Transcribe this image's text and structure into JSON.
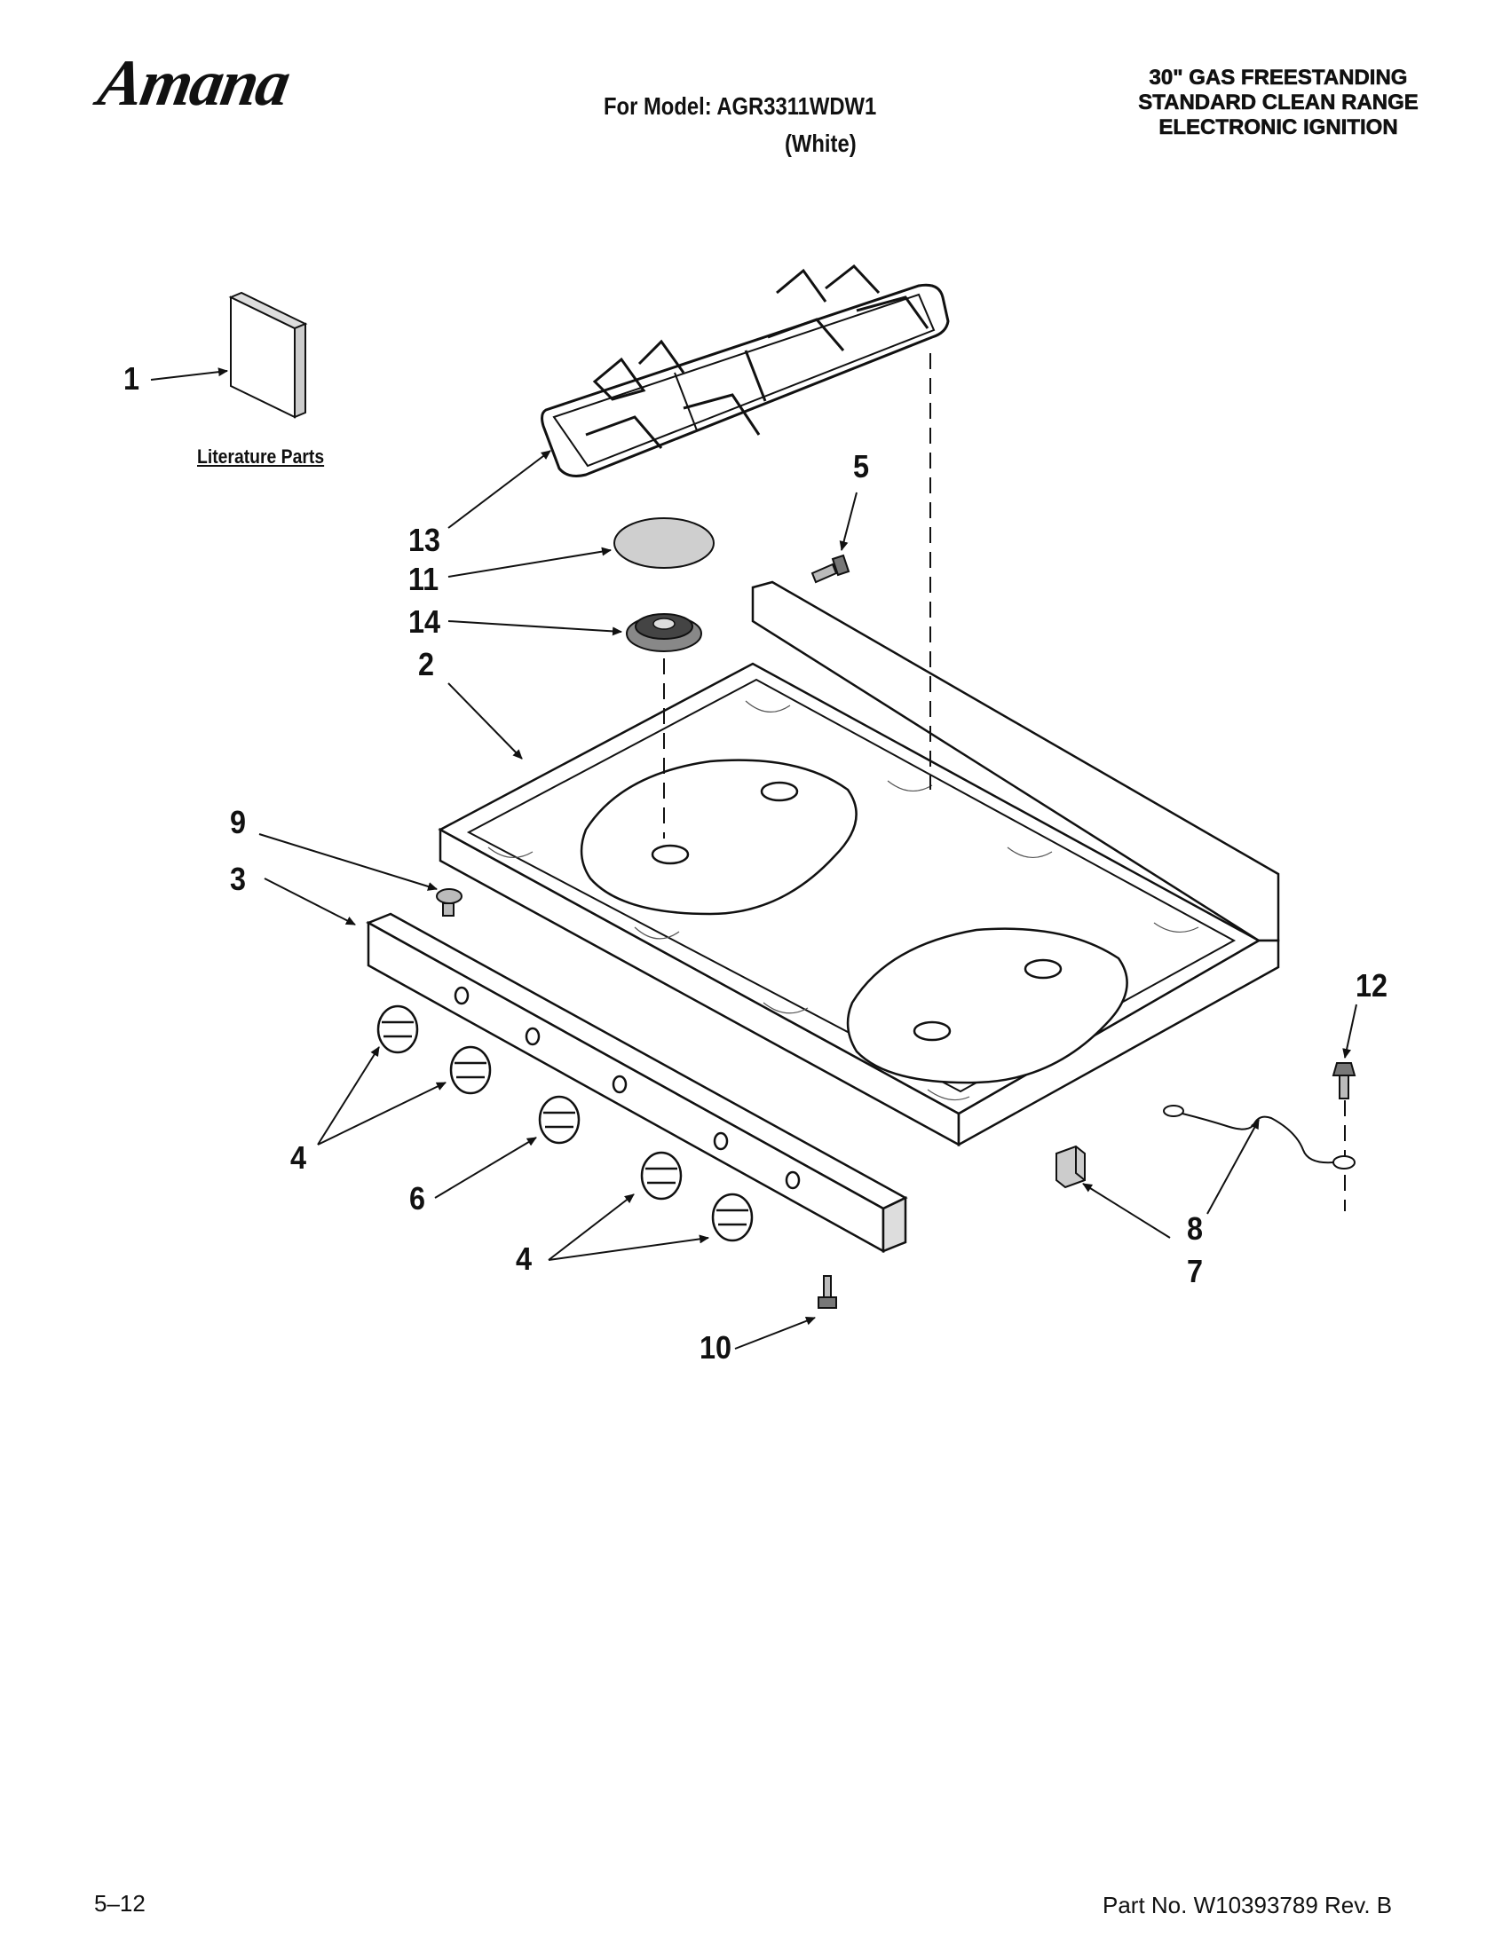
{
  "header": {
    "brand": "Amana",
    "model_line": "For Model: AGR3311WDW1",
    "model_color": "(White)",
    "description": [
      "30\" GAS FREESTANDING",
      "STANDARD CLEAN RANGE",
      "ELECTRONIC IGNITION"
    ]
  },
  "diagram": {
    "literature_label": "Literature Parts",
    "callouts": {
      "c1": "1",
      "c13": "13",
      "c11": "11",
      "c14": "14",
      "c2": "2",
      "c5": "5",
      "c9": "9",
      "c3": "3",
      "c4a": "4",
      "c6": "6",
      "c4b": "4",
      "c10": "10",
      "c12": "12",
      "c8": "8",
      "c7": "7"
    }
  },
  "footer": {
    "page": "5–12",
    "part_number": "Part No. W10393789 Rev. B"
  }
}
